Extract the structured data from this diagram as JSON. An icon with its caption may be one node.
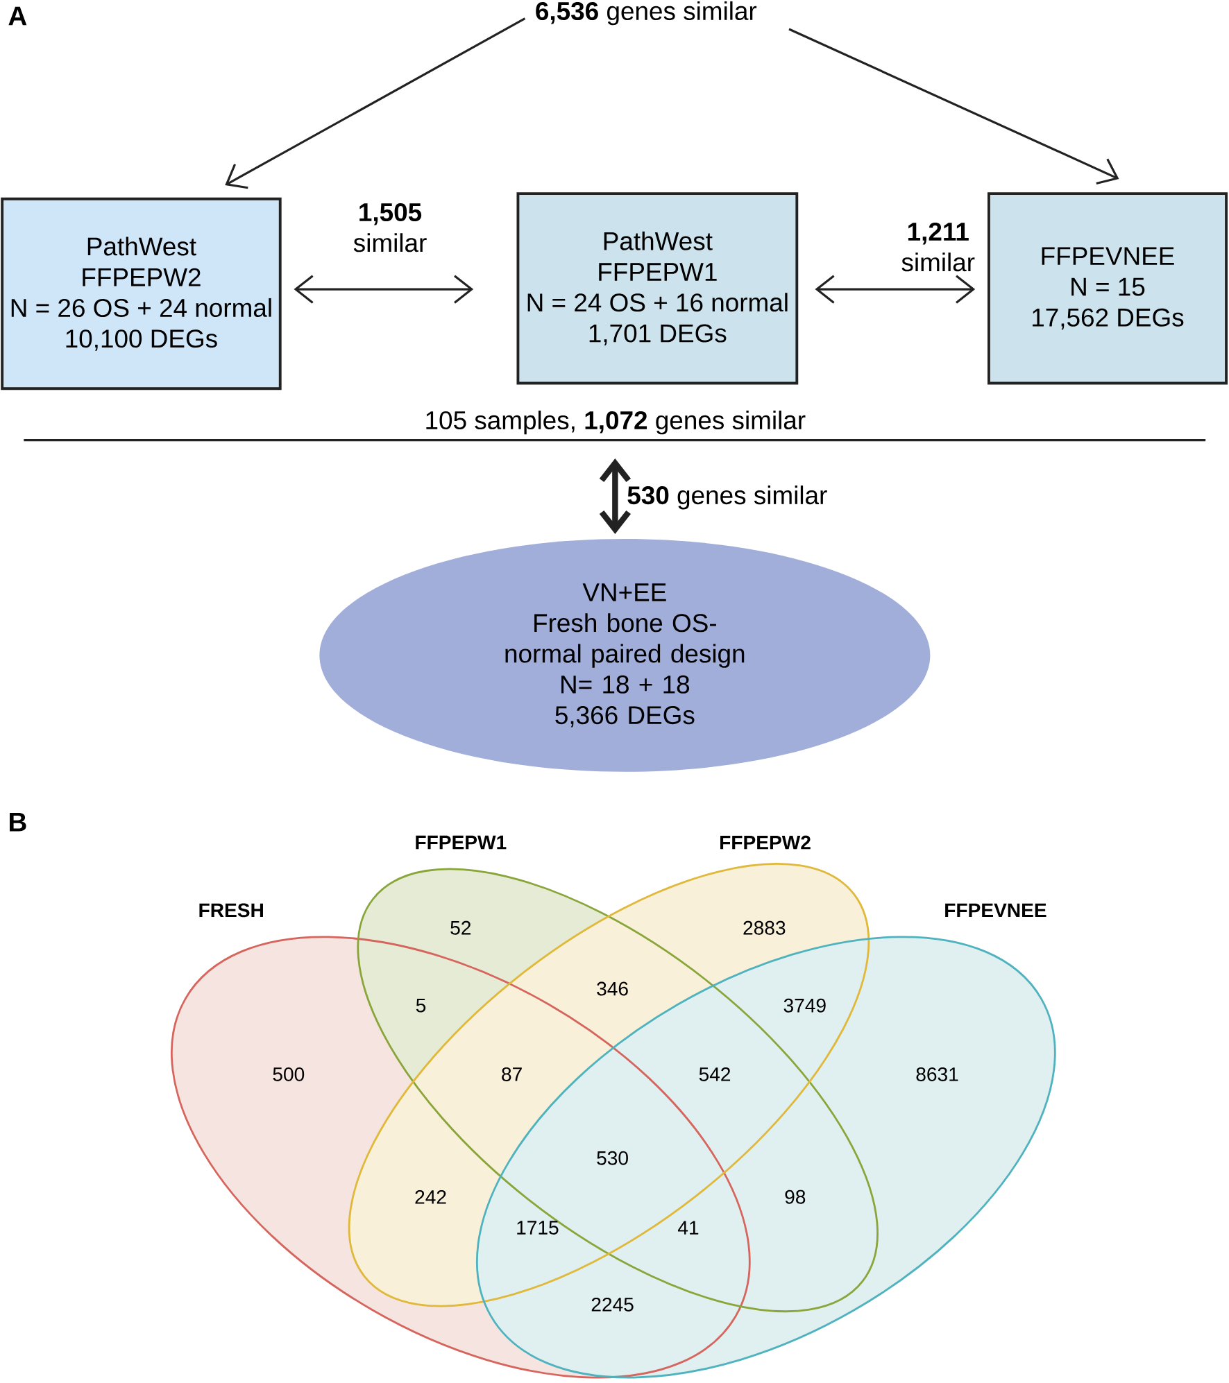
{
  "diagram": {
    "nodes": [
      {
        "text": [
          "**6,536** genes similar"
        ]
      },
      {
        "text": [
          "PathWest",
          "FFPEPW2",
          "N = 26 OS + 24 normal",
          "10,100 DEGs"
        ]
      },
      {
        "text": [
          "PathWest",
          "FFPEPW1",
          "N = 24 OS + 16 normal",
          "1,701 DEGs"
        ]
      },
      {
        "text": [
          "FFPEVNEE",
          "N = 15",
          "17,562 DEGs"
        ]
      },
      {
        "text": [
          "105 samples, **1,072** genes similar"
        ]
      },
      {
        "text": [
          "VN+EE",
          "Fresh bone OS-normal paired design",
          "N= 18 + 18",
          "5,366 DEGs"
        ]
      }
    ],
    "edges": [
      {
        "from": 0,
        "to": 1,
        "arrow": "to"
      },
      {
        "from": 0,
        "to": 3,
        "arrow": "to"
      },
      {
        "from": 1,
        "to": 2,
        "arrow": "both",
        "label": "**1,505** similar"
      },
      {
        "from": 2,
        "to": 3,
        "arrow": "both",
        "label": "**1,211** similar"
      },
      {
        "from": 4,
        "to": 5,
        "arrow": "both",
        "style": "thick",
        "label": "**530** genes similar"
      }
    ],
    "labels": [
      "A",
      "B",
      "FFPEPW1",
      "FFPEPW2",
      "FRESH",
      "FFPEVNEE",
      "52",
      "2883",
      "346",
      "5",
      "3749",
      "500",
      "87",
      "542",
      "8631",
      "530",
      "242",
      "98",
      "1715",
      "41",
      "2245"
    ]
  }
}
